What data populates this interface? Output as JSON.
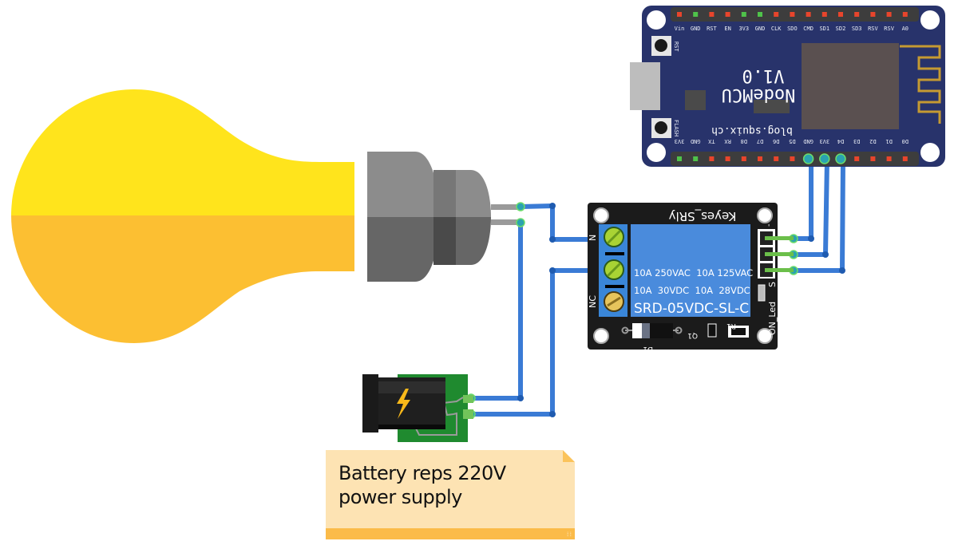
{
  "diagram": {
    "title": "NodeMCU relay lamp wiring"
  },
  "colors": {
    "bulb_top": "#ffe41c",
    "bulb_bottom": "#fcbf32",
    "socket_light": "#8c8c8c",
    "socket_dark": "#666666",
    "wire": "#3a7bd5",
    "wire_dark": "#1f5bb0",
    "nodemcu_board": "#28336b",
    "relay_board": "#1b1b1b",
    "relay_body": "#4a8bdc",
    "header_bg": "#3d3d3d",
    "pin_red": "#e8452c",
    "pin_green": "#4fc34a",
    "note_bg": "#fde3b3",
    "note_bar": "#fbbb49"
  },
  "nodemcu": {
    "name": "NodeMCU",
    "version": "V1.0",
    "site": "blog.squix.ch",
    "rst_label": "RST",
    "flash_label": "FLASH",
    "top_pins": [
      "Vin",
      "GND",
      "RST",
      "EN",
      "3V3",
      "GND",
      "CLK",
      "SDO",
      "CMD",
      "SD1",
      "SD2",
      "SD3",
      "RSV",
      "RSV",
      "A0"
    ],
    "bottom_pins": [
      "3V3",
      "GND",
      "TX",
      "RX",
      "D8",
      "D7",
      "D6",
      "D5",
      "GND",
      "3V3",
      "D4",
      "D3",
      "D2",
      "D1",
      "D0"
    ]
  },
  "relay": {
    "brand": "Keyes_SRly",
    "rating1": "10A 250VAC  10A 125VAC",
    "rating2": "10A  30VDC  10A  28VDC",
    "model": "SRD-05VDC-SL-C",
    "terminal_nc": "NC",
    "terminal_n": "N",
    "pin_minus": "-",
    "pin_s": "S",
    "led_label": "ON_Led",
    "d1": "D1",
    "q1": "Q1",
    "r1": "R1"
  },
  "power_jack": {
    "icon": "lightning-bolt-icon"
  },
  "note": {
    "text": "Battery reps 220V\npower supply"
  }
}
